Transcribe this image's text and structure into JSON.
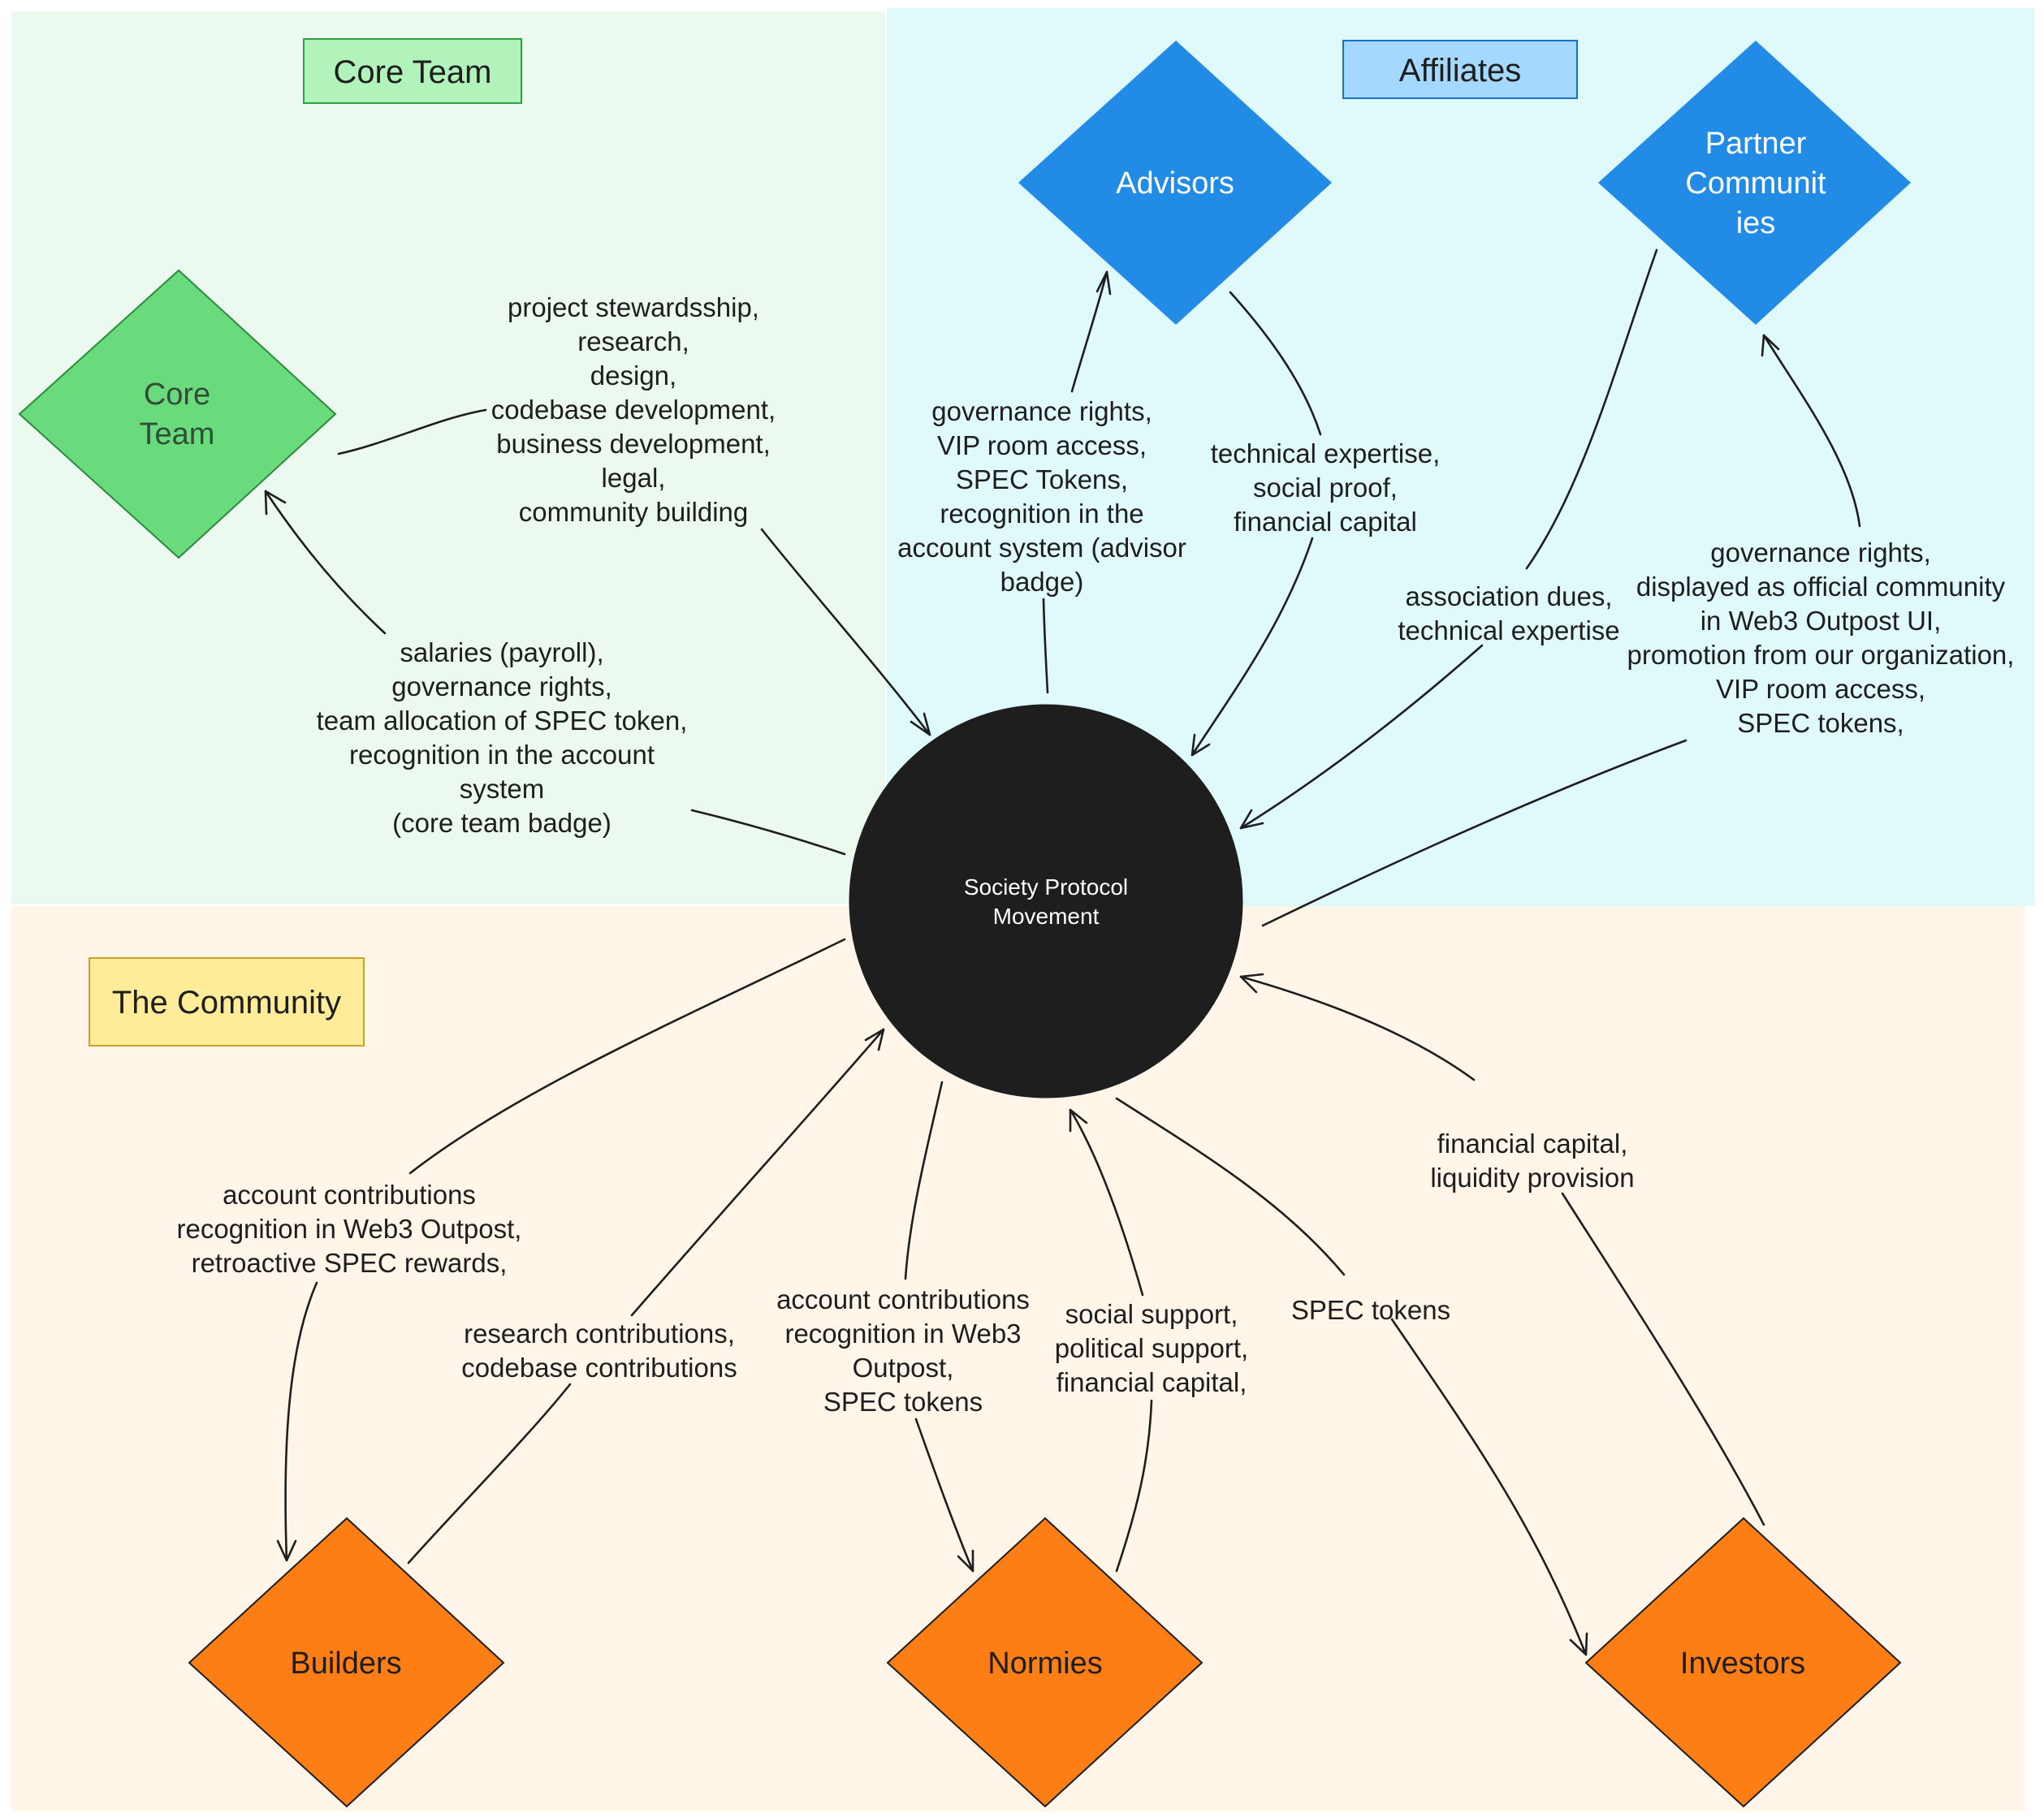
{
  "colors": {
    "core_region": "#ebf9ee",
    "affiliates_region": "#e0f9fb",
    "community_region": "#fff5e8",
    "core_node": "#69db7c",
    "core_node_stroke": "#2b8a3e",
    "affiliate_node": "#228be6",
    "community_node": "#fd7e14",
    "center_node": "#1e1e1e",
    "core_tag": "#b2f2bb",
    "affiliates_tag": "#a5d8ff",
    "community_tag": "#ffec99",
    "ink": "#1e1e1e"
  },
  "regions": {
    "core_title": "Core Team",
    "affiliates_title": "Affiliates",
    "community_title": "The Community"
  },
  "center": {
    "label": [
      "Society Protocol",
      "Movement"
    ]
  },
  "nodes": {
    "core_team": [
      "Core",
      "Team"
    ],
    "advisors": [
      "Advisors"
    ],
    "partners": [
      "Partner",
      "Communit",
      "ies"
    ],
    "builders": [
      "Builders"
    ],
    "normies": [
      "Normies"
    ],
    "investors": [
      "Investors"
    ]
  },
  "edges": {
    "core_to_center": [
      "project stewardsship,",
      "research,",
      "design,",
      "codebase development,",
      "business development,",
      "legal,",
      "community building"
    ],
    "center_to_core": [
      "salaries (payroll),",
      "governance rights,",
      "team allocation of SPEC token,",
      "recognition in the account",
      "system",
      "(core team badge)"
    ],
    "center_to_advisors": [
      "governance rights,",
      "VIP room access,",
      "SPEC Tokens,",
      "recognition in the",
      "account system (advisor",
      "badge)"
    ],
    "advisors_to_center": [
      "technical expertise,",
      "social proof,",
      "financial capital"
    ],
    "partners_to_center": [
      "association dues,",
      "technical expertise"
    ],
    "center_to_partners": [
      "governance rights,",
      "displayed as official community",
      "in Web3 Outpost UI,",
      "promotion from our organization,",
      "VIP room access,",
      "SPEC tokens,"
    ],
    "center_to_builders": [
      "account contributions",
      "recognition in Web3 Outpost,",
      "retroactive SPEC rewards,"
    ],
    "builders_to_center": [
      "research contributions,",
      "codebase contributions"
    ],
    "center_to_normies": [
      "account contributions",
      "recognition in Web3",
      "Outpost,",
      "SPEC tokens"
    ],
    "normies_to_center": [
      "social support,",
      "political support,",
      "financial capital,"
    ],
    "center_to_investors": [
      "SPEC tokens"
    ],
    "investors_to_center": [
      "financial capital,",
      "liquidity provision"
    ]
  }
}
